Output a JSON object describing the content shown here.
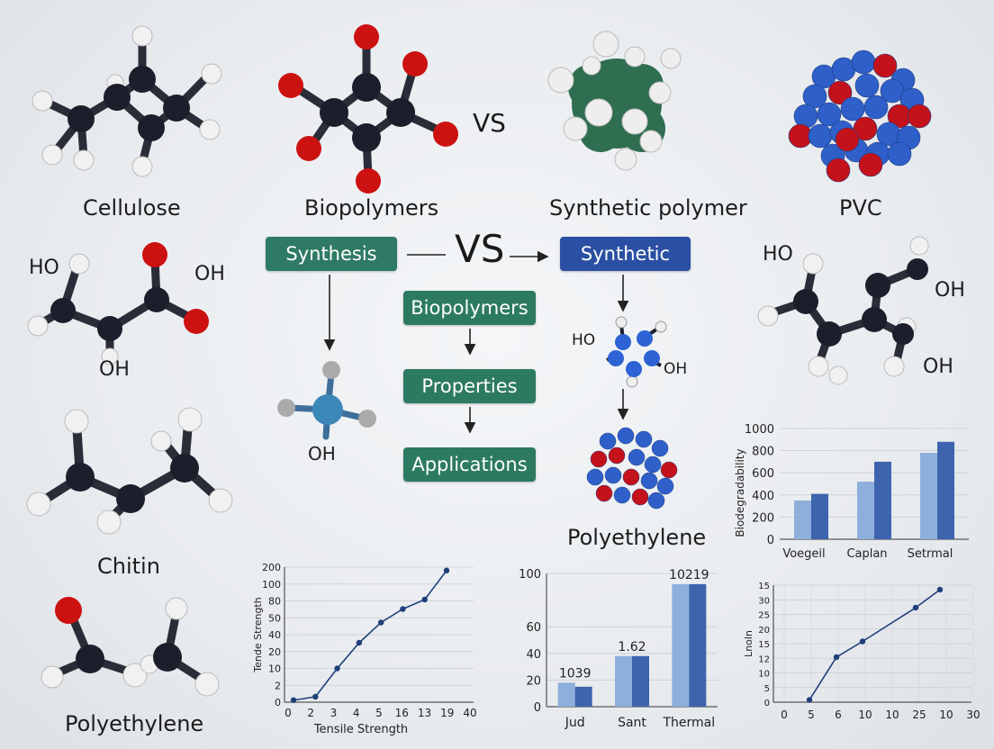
{
  "labels": {
    "cellulose": "Cellulose",
    "biopolymers": "Biopolymers",
    "synthetic_polymer": "Synthetic polymer",
    "pvc": "PVC",
    "chitin": "Chitin",
    "polyethylene_left": "Polyethylene",
    "polyethylene_center": "Polyethylene",
    "vs_top": "VS",
    "vs_mid": "VS"
  },
  "atom_labels": {
    "ho_left": "HO",
    "oh_left_right": "OH",
    "oh_left_bottom": "OH",
    "oh_center_small": "OH",
    "ho_center_right": "HO",
    "oh_center_right": "OH",
    "ho_pvc": "HO",
    "oh_pvc_top": "OH",
    "oh_pvc_bottom": "OH"
  },
  "flow": {
    "synthesis": "Synthesis",
    "synthetic": "Synthetic",
    "biopolymers": "Biopolymers",
    "properties": "Properties",
    "applications": "Applications"
  },
  "colors": {
    "carbon": "#1c1f2b",
    "oxygen": "#cc1111",
    "hydrogen": "#f2f2f2",
    "box_green": "#2f7a64",
    "box_blue": "#2b50a3",
    "bar_light": "#8eaedb",
    "bar_dark": "#3d64ad",
    "line": "#1f3f7a"
  },
  "chart_data": [
    {
      "type": "line",
      "ylabel": "Tende Strength",
      "xlabel": "Tensile Strength",
      "x_ticks": [
        "0",
        "2",
        "3",
        "4",
        "5",
        "16",
        "13",
        "19",
        "40"
      ],
      "y_ticks": [
        "0",
        "2",
        "10",
        "20",
        "40",
        "50",
        "80",
        "100",
        "200"
      ],
      "values": [
        3,
        8,
        50,
        88,
        118,
        138,
        152,
        195
      ],
      "grid": true
    },
    {
      "type": "bar",
      "categories": [
        "Jud",
        "Sant",
        "Thermal"
      ],
      "series": [
        {
          "values": [
            18,
            38,
            92
          ]
        },
        {
          "values": [
            15,
            38,
            92
          ]
        }
      ],
      "data_labels": [
        "1039",
        "1.62",
        "10219"
      ],
      "y_ticks": [
        "0",
        "20",
        "40",
        "60",
        "100"
      ],
      "ylim": [
        0,
        100
      ],
      "grid": true
    },
    {
      "type": "bar",
      "ylabel": "Biodegradability",
      "categories": [
        "Voegeil",
        "Caplan",
        "Setrmal"
      ],
      "series": [
        {
          "values": [
            350,
            520,
            780
          ]
        },
        {
          "values": [
            410,
            700,
            880
          ]
        }
      ],
      "y_ticks": [
        "0",
        "200",
        "400",
        "600",
        "800",
        "1000"
      ],
      "ylim": [
        0,
        1000
      ],
      "grid": true
    },
    {
      "type": "line",
      "ylabel": "Lnoln",
      "x_ticks": [
        "0",
        "5",
        "6",
        "10",
        "10",
        "25",
        "10",
        "30"
      ],
      "y_ticks": [
        "0",
        "5",
        "10",
        "12",
        "15",
        "20",
        "25",
        "30",
        "15"
      ],
      "values": [
        1,
        20,
        27,
        42,
        50
      ],
      "grid": true
    }
  ]
}
